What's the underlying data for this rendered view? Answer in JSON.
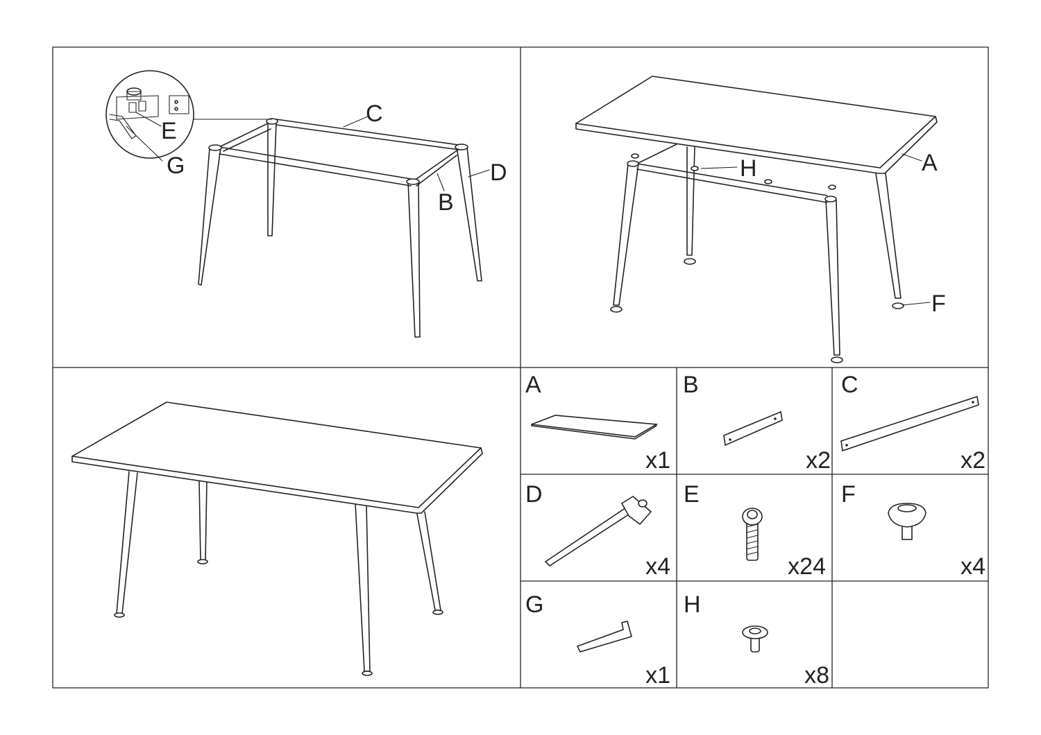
{
  "step1": {
    "callouts": {
      "C": "C",
      "E": "E",
      "G": "G",
      "D": "D",
      "B": "B"
    }
  },
  "step2": {
    "callouts": {
      "A": "A",
      "H": "H",
      "F": "F"
    }
  },
  "parts": [
    {
      "letter": "A",
      "qty": "x1"
    },
    {
      "letter": "B",
      "qty": "x2"
    },
    {
      "letter": "C",
      "qty": "x2"
    },
    {
      "letter": "D",
      "qty": "x4"
    },
    {
      "letter": "E",
      "qty": "x24"
    },
    {
      "letter": "F",
      "qty": "x4"
    },
    {
      "letter": "G",
      "qty": "x1"
    },
    {
      "letter": "H",
      "qty": "x8"
    }
  ]
}
